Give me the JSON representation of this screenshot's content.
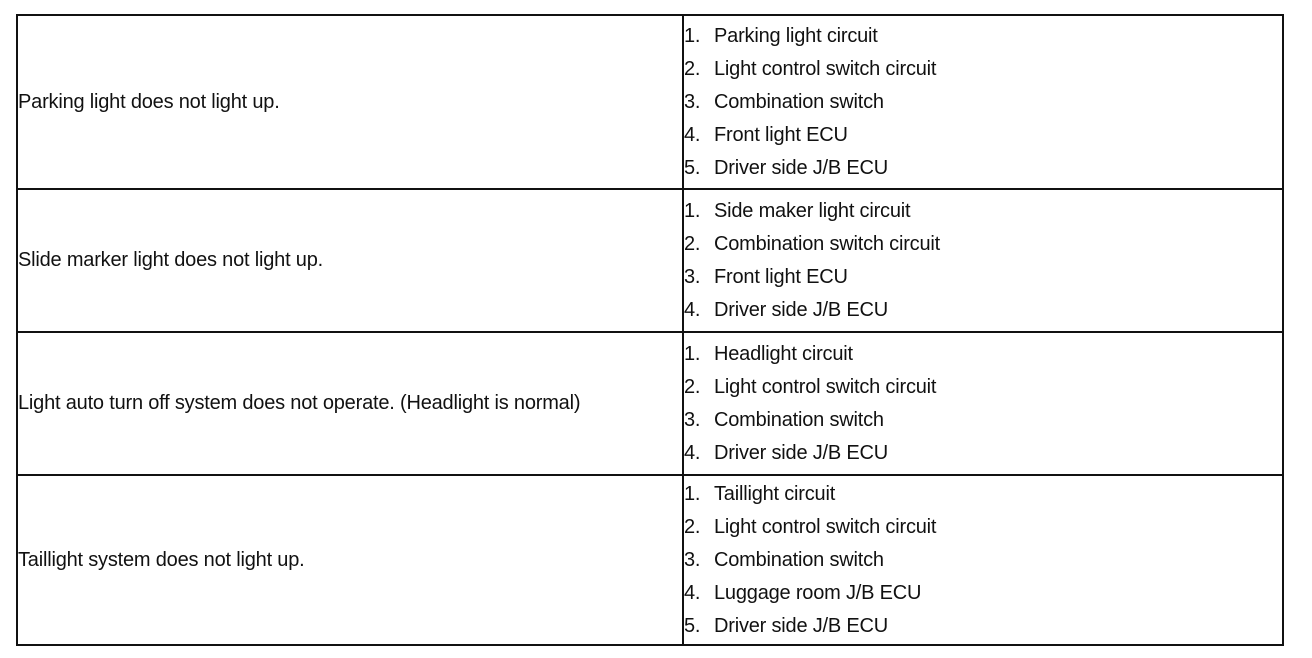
{
  "rows": [
    {
      "problem": "Parking light does not light up.",
      "areas": [
        {
          "num": "1.",
          "text": "Parking light circuit"
        },
        {
          "num": "2.",
          "text": "Light control switch circuit"
        },
        {
          "num": "3.",
          "text": "Combination switch"
        },
        {
          "num": "4.",
          "text": "Front light ECU"
        },
        {
          "num": "5.",
          "text": "Driver side J/B ECU"
        }
      ]
    },
    {
      "problem": "Slide marker light does not light up.",
      "areas": [
        {
          "num": "1.",
          "text": "Side maker light circuit"
        },
        {
          "num": "2.",
          "text": "Combination switch circuit"
        },
        {
          "num": "3.",
          "text": "Front light ECU"
        },
        {
          "num": "4.",
          "text": "Driver side J/B ECU"
        }
      ]
    },
    {
      "problem": "Light auto turn off system does not operate. (Headlight is normal)",
      "areas": [
        {
          "num": "1.",
          "text": "Headlight circuit"
        },
        {
          "num": "2.",
          "text": "Light control switch circuit"
        },
        {
          "num": "3.",
          "text": "Combination switch"
        },
        {
          "num": "4.",
          "text": "Driver side J/B ECU"
        }
      ]
    },
    {
      "problem": "Taillight system does not light up.",
      "areas": [
        {
          "num": "1.",
          "text": "Taillight circuit"
        },
        {
          "num": "2.",
          "text": "Light control switch circuit"
        },
        {
          "num": "3.",
          "text": "Combination switch"
        },
        {
          "num": "4.",
          "text": "Luggage room J/B ECU"
        },
        {
          "num": "5.",
          "text": "Driver side J/B ECU"
        }
      ]
    }
  ]
}
